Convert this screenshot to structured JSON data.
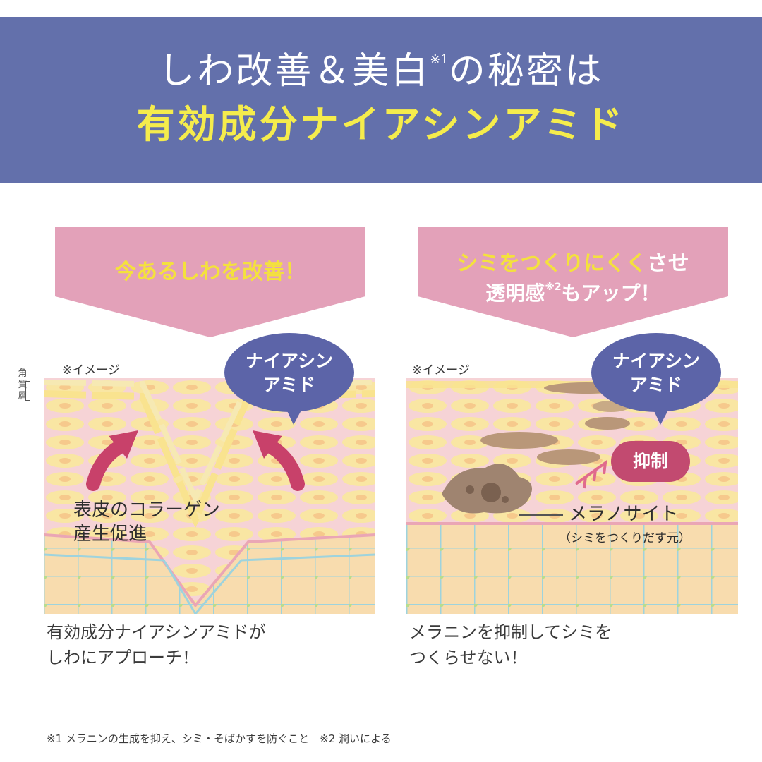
{
  "header": {
    "title_line1_a": "しわ改善＆美白",
    "title_line1_sup": "※1",
    "title_line1_b": "の秘密は",
    "title_line2": "有効成分ナイアシンアミド"
  },
  "left_panel": {
    "banner": "今あるしわを改善！",
    "image_note": "※イメージ",
    "layer_label": "角質層",
    "bubble_line1": "ナイアシン",
    "bubble_line2": "アミド",
    "effect_line1": "表皮のコラーゲン",
    "effect_line2": "産生促進",
    "caption_line1": "有効成分ナイアシンアミドが",
    "caption_line2": "しわにアプローチ！"
  },
  "right_panel": {
    "banner_line1_yellow": "シミをつくりにくく",
    "banner_line1_white": "させ",
    "banner_line2_a": "透明感",
    "banner_line2_sup": "※2",
    "banner_line2_b": "もアップ！",
    "image_note": "※イメージ",
    "bubble_line1": "ナイアシン",
    "bubble_line2": "アミド",
    "inhibit_label": "抑制",
    "melanocyte_label": "メラノサイト",
    "melanocyte_sub": "（シミをつくりだす元）",
    "caption_line1": "メラニンを抑制してシミを",
    "caption_line2": "つくらせない！"
  },
  "footnote": "※1 メラニンの生成を抑え、シミ・そばかすを防ぐこと　※2 潤いによる",
  "colors": {
    "header_bg": "#6370ab",
    "title_yellow": "#f5ec4c",
    "banner_pink": "#e3a1b9",
    "bubble_blue": "#5c64a8",
    "arrow_red": "#c8416a",
    "skin_pink": "#f6d3d6",
    "cell_yellow": "#f9e6a3"
  }
}
